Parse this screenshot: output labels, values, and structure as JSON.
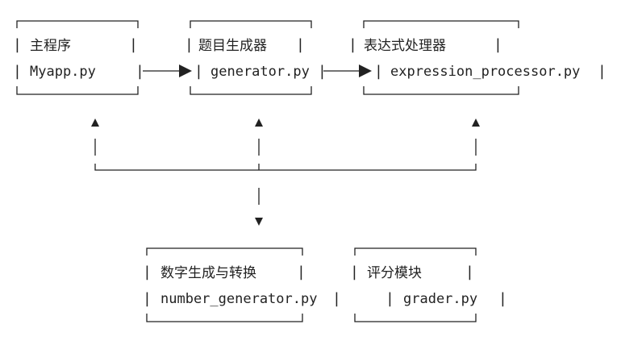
{
  "modules": [
    {
      "id": "main",
      "name": "主程序",
      "file": "Myapp.py"
    },
    {
      "id": "generator",
      "name": "题目生成器",
      "file": "generator.py"
    },
    {
      "id": "processor",
      "name": "表达式处理器",
      "file": "expression_processor.py"
    },
    {
      "id": "number",
      "name": "数字生成与转换",
      "file": "number_generator.py"
    },
    {
      "id": "grader",
      "name": "评分模块",
      "file": "grader.py"
    }
  ],
  "edges": [
    {
      "from": "main",
      "to": "generator"
    },
    {
      "from": "generator",
      "to": "processor"
    },
    {
      "from": "bus",
      "to": "main"
    },
    {
      "from": "bus",
      "to": "generator"
    },
    {
      "from": "bus",
      "to": "processor"
    },
    {
      "from": "bus",
      "to": "number"
    }
  ],
  "colors": {
    "ink": "#222222",
    "background": "#ffffff"
  }
}
